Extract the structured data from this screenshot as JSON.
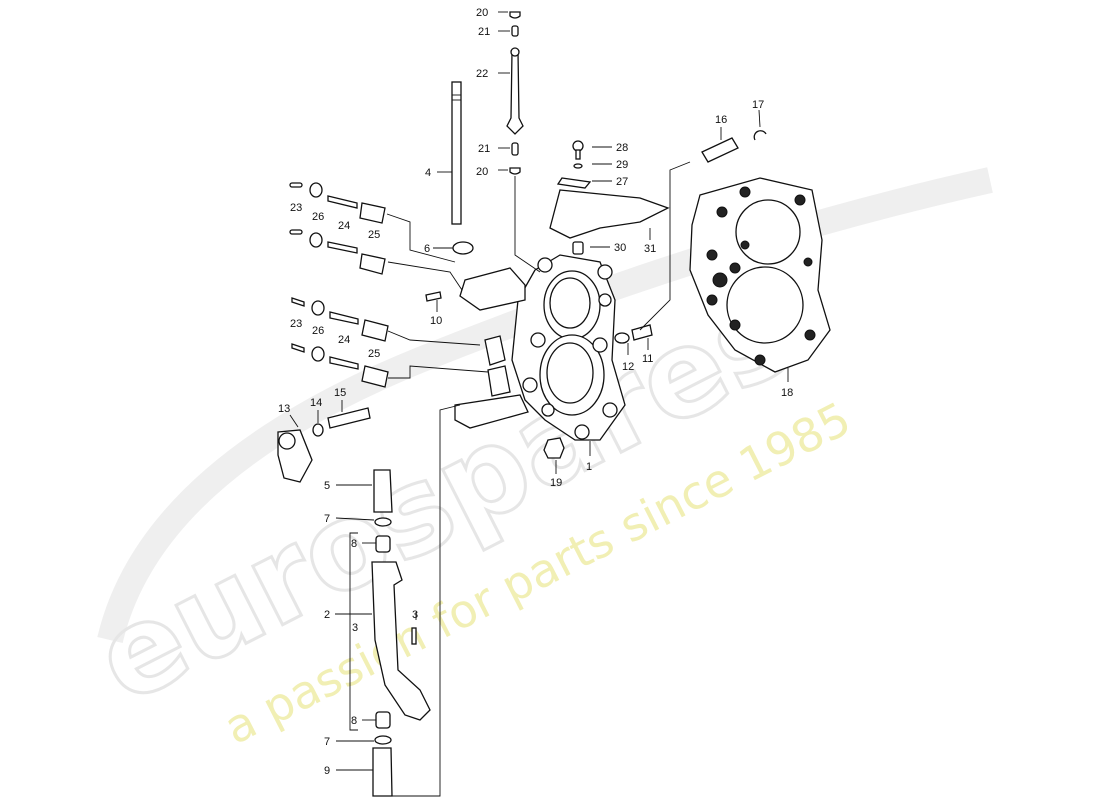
{
  "watermark": {
    "brand": "eurospares",
    "tagline": "a passion for parts since 1985",
    "colors": {
      "brand": "#e9e9e9",
      "tagline": "#f2f0b8"
    }
  },
  "callouts": {
    "p1": "1",
    "p2": "2",
    "p3a": "3",
    "p3b": "3",
    "p4": "4",
    "p5": "5",
    "p6": "6",
    "p7a": "7",
    "p7b": "7",
    "p8a": "8",
    "p8b": "8",
    "p9": "9",
    "p10": "10",
    "p11": "11",
    "p12": "12",
    "p13": "13",
    "p14": "14",
    "p15": "15",
    "p16": "16",
    "p17": "17",
    "p18": "18",
    "p19": "19",
    "p20a": "20",
    "p20b": "20",
    "p21a": "21",
    "p21b": "21",
    "p22": "22",
    "p23a": "23",
    "p23b": "23",
    "p24a": "24",
    "p24b": "24",
    "p25a": "25",
    "p25b": "25",
    "p26a": "26",
    "p26b": "26",
    "p27": "27",
    "p28": "28",
    "p29": "29",
    "p30": "30",
    "p31": "31"
  }
}
